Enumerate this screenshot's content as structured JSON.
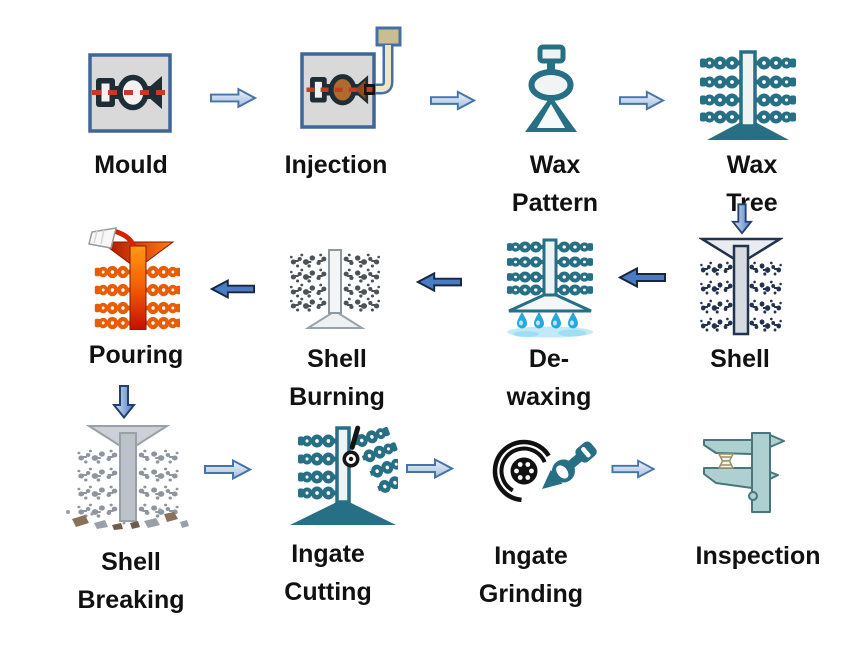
{
  "diagram": {
    "subject": "Investment casting process flow",
    "colors": {
      "teal": "#266f85",
      "navy": "#22334d",
      "label_text": "#111111",
      "arrow_fill_light": "#a9c2e0",
      "arrow_fill_solid": "#4a7cc4",
      "arrow_stroke": "#3f6697",
      "mould_box_fill": "#d9d9d9",
      "mould_box_border": "#3f6697",
      "molten_orange": "#f25c05",
      "water_blue": "#29a8e0"
    },
    "nodes": [
      {
        "id": "mould",
        "lines": [
          "Mould"
        ],
        "icon": "mould-icon"
      },
      {
        "id": "injection",
        "lines": [
          "Injection"
        ],
        "icon": "injection-icon"
      },
      {
        "id": "wax_pattern",
        "lines": [
          "Wax",
          "Pattern"
        ],
        "icon": "wax-pattern-icon"
      },
      {
        "id": "wax_tree",
        "lines": [
          "Wax",
          "Tree"
        ],
        "icon": "wax-tree-icon"
      },
      {
        "id": "shell",
        "lines": [
          "Shell"
        ],
        "icon": "shell-icon"
      },
      {
        "id": "dewaxing",
        "lines": [
          "De-",
          "waxing"
        ],
        "icon": "dewaxing-icon"
      },
      {
        "id": "shell_burning",
        "lines": [
          "Shell",
          "Burning"
        ],
        "icon": "shell-burning-icon"
      },
      {
        "id": "pouring",
        "lines": [
          "Pouring"
        ],
        "icon": "pouring-icon"
      },
      {
        "id": "shell_breaking",
        "lines": [
          "Shell",
          "Breaking"
        ],
        "icon": "shell-breaking-icon"
      },
      {
        "id": "ingate_cutting",
        "lines": [
          "Ingate",
          "Cutting"
        ],
        "icon": "ingate-cutting-icon"
      },
      {
        "id": "ingate_grinding",
        "lines": [
          "Ingate",
          "Grinding"
        ],
        "icon": "ingate-grinding-icon"
      },
      {
        "id": "inspection",
        "lines": [
          "Inspection"
        ],
        "icon": "inspection-icon"
      }
    ],
    "arrows": [
      {
        "from": "mould",
        "to": "injection",
        "direction": "right"
      },
      {
        "from": "injection",
        "to": "wax_pattern",
        "direction": "right"
      },
      {
        "from": "wax_pattern",
        "to": "wax_tree",
        "direction": "right"
      },
      {
        "from": "wax_tree",
        "to": "shell",
        "direction": "down"
      },
      {
        "from": "shell",
        "to": "dewaxing",
        "direction": "left"
      },
      {
        "from": "dewaxing",
        "to": "shell_burning",
        "direction": "left"
      },
      {
        "from": "shell_burning",
        "to": "pouring",
        "direction": "left"
      },
      {
        "from": "pouring",
        "to": "shell_breaking",
        "direction": "down"
      },
      {
        "from": "shell_breaking",
        "to": "ingate_cutting",
        "direction": "right"
      },
      {
        "from": "ingate_cutting",
        "to": "ingate_grinding",
        "direction": "right"
      },
      {
        "from": "ingate_grinding",
        "to": "inspection",
        "direction": "right"
      }
    ]
  }
}
